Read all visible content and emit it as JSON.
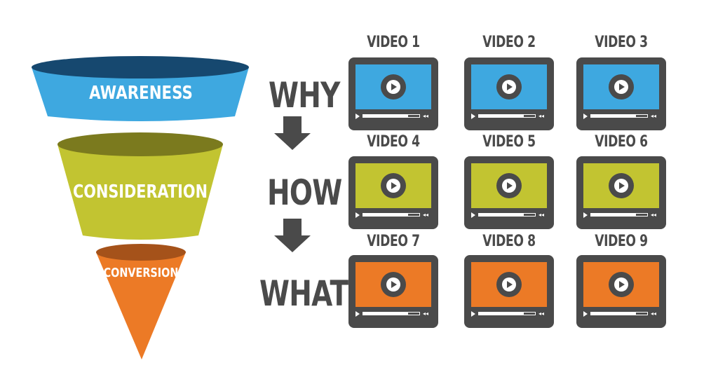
{
  "funnel": {
    "stages": [
      {
        "label": "AWARENESS",
        "color": "#3ea8e0",
        "rim_color": "#16486f"
      },
      {
        "label": "CONSIDERATION",
        "color": "#c2c431",
        "rim_color": "#7b7a1e"
      },
      {
        "label": "CONVERSION",
        "color": "#ec7a26",
        "rim_color": "#a5521a"
      }
    ]
  },
  "questions": [
    {
      "label": "WHY"
    },
    {
      "label": "HOW"
    },
    {
      "label": "WHAT"
    }
  ],
  "arrow_color": "#4a4a4a",
  "videos": [
    {
      "title": "VIDEO 1",
      "row": 0,
      "progress": 0.8
    },
    {
      "title": "VIDEO 2",
      "row": 0,
      "progress": 0.8
    },
    {
      "title": "VIDEO 3",
      "row": 0,
      "progress": 0.8
    },
    {
      "title": "VIDEO 4",
      "row": 1,
      "progress": 0.8
    },
    {
      "title": "VIDEO 5",
      "row": 1,
      "progress": 0.8
    },
    {
      "title": "VIDEO 6",
      "row": 1,
      "progress": 0.8
    },
    {
      "title": "VIDEO 7",
      "row": 2,
      "progress": 0.8
    },
    {
      "title": "VIDEO 8",
      "row": 2,
      "progress": 0.8
    },
    {
      "title": "VIDEO 9",
      "row": 2,
      "progress": 0.8
    }
  ],
  "row_colors": [
    "#3ea8e0",
    "#c2c431",
    "#ec7a26"
  ],
  "frame_color": "#4a4a4a"
}
